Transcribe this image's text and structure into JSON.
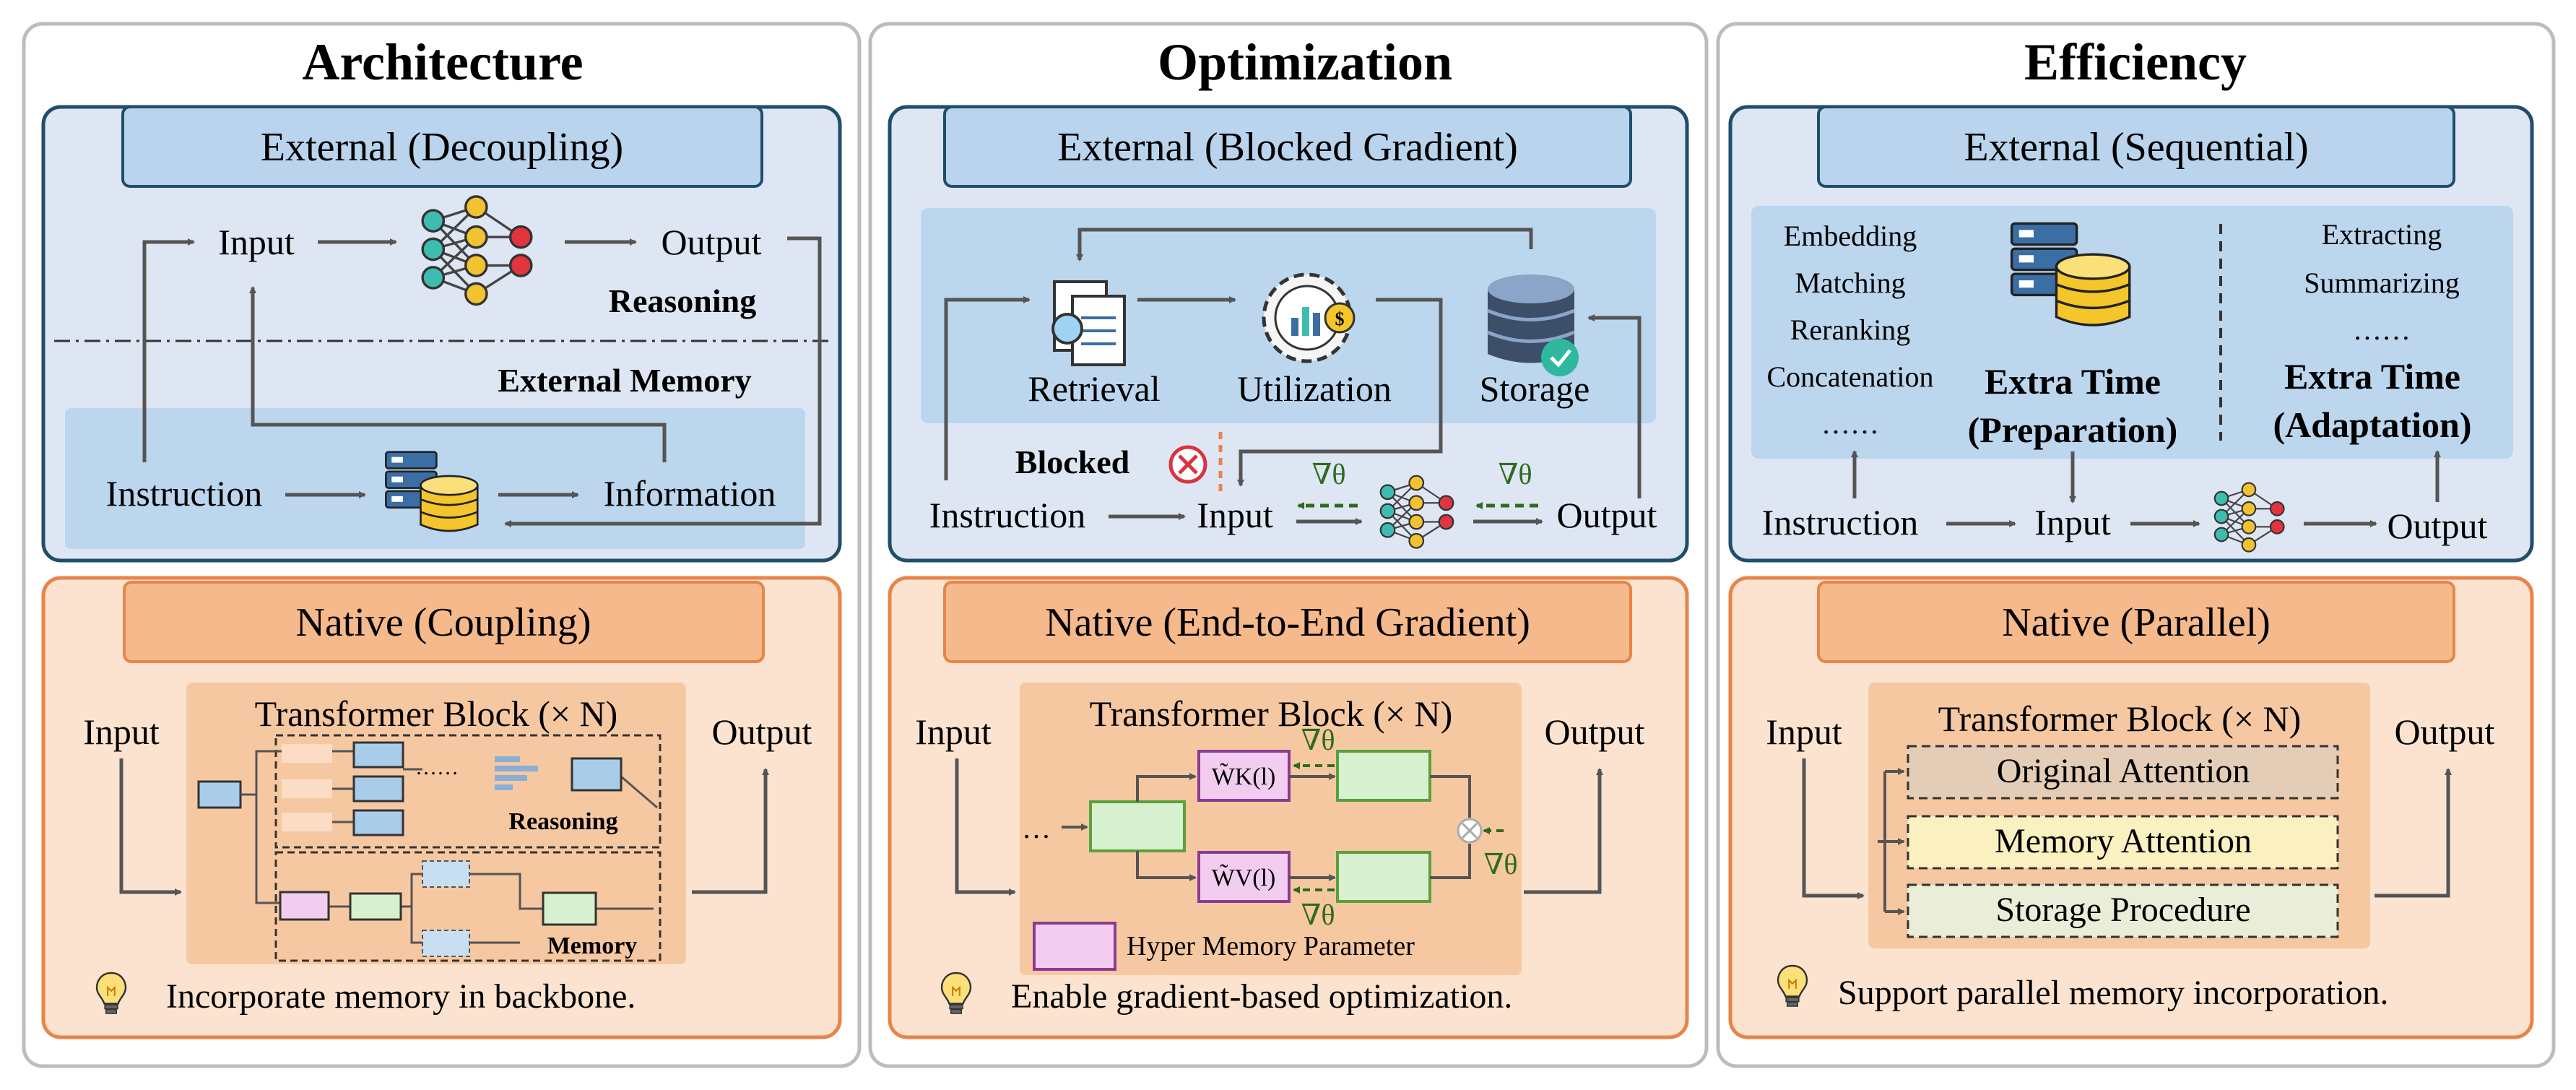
{
  "columns": [
    {
      "title": "Architecture",
      "external_label": "External (Decoupling)",
      "external": {
        "input": "Input",
        "output": "Output",
        "reasoning": "Reasoning",
        "external_memory": "External Memory",
        "instruction": "Instruction",
        "information": "Information"
      },
      "native_label": "Native (Coupling)",
      "native": {
        "input": "Input",
        "output": "Output",
        "block_title": "Transformer Block (× N)",
        "reasoning": "Reasoning",
        "memory": "Memory",
        "dots": "……"
      },
      "tip": "Incorporate memory in backbone."
    },
    {
      "title": "Optimization",
      "external_label": "External (Blocked Gradient)",
      "external": {
        "retrieval": "Retrieval",
        "utilization": "Utilization",
        "storage": "Storage",
        "blocked": "Blocked",
        "instruction": "Instruction",
        "input": "Input",
        "output": "Output",
        "grad1": "∇θ",
        "grad2": "∇θ"
      },
      "native_label": "Native (End-to-End Gradient)",
      "native": {
        "input": "Input",
        "output": "Output",
        "block_title": "Transformer Block (× N)",
        "wk": "W̃K(l)",
        "wv": "W̃V(l)",
        "grad_top": "∇θ",
        "grad_bottom": "∇θ",
        "grad_right": "∇θ",
        "dots": "…",
        "legend": "Hyper Memory Parameter"
      },
      "tip": "Enable gradient-based optimization."
    },
    {
      "title": "Efficiency",
      "external_label": "External (Sequential)",
      "external": {
        "prep_steps": [
          "Embedding",
          "Matching",
          "Reranking",
          "Concatenation",
          "……"
        ],
        "adapt_steps": [
          "Extracting",
          "Summarizing",
          "……"
        ],
        "extra_time_1": "Extra Time",
        "extra_time_1b": "(Preparation)",
        "extra_time_2": "Extra Time",
        "extra_time_2b": "(Adaptation)",
        "instruction": "Instruction",
        "input": "Input",
        "output": "Output"
      },
      "native_label": "Native (Parallel)",
      "native": {
        "input": "Input",
        "output": "Output",
        "block_title": "Transformer Block (× N)",
        "attn1": "Original Attention",
        "attn2": "Memory Attention",
        "attn3": "Storage Procedure"
      },
      "tip": "Support parallel memory incorporation."
    }
  ],
  "colors": {
    "external_bg": "#dfe6f3",
    "external_border": "#1f4e6b",
    "external_label_bg": "#b9d4ec",
    "native_bg": "#fbe3cf",
    "native_border": "#e8844a",
    "native_label_bg": "#f5b98c",
    "block_bg": "#f6c8a2",
    "green_box": "#d7f0cf",
    "green_border": "#5aa03c",
    "purple_box": "#f2cdef",
    "purple_border": "#8a3b92",
    "blue_box": "#a9cde8"
  }
}
